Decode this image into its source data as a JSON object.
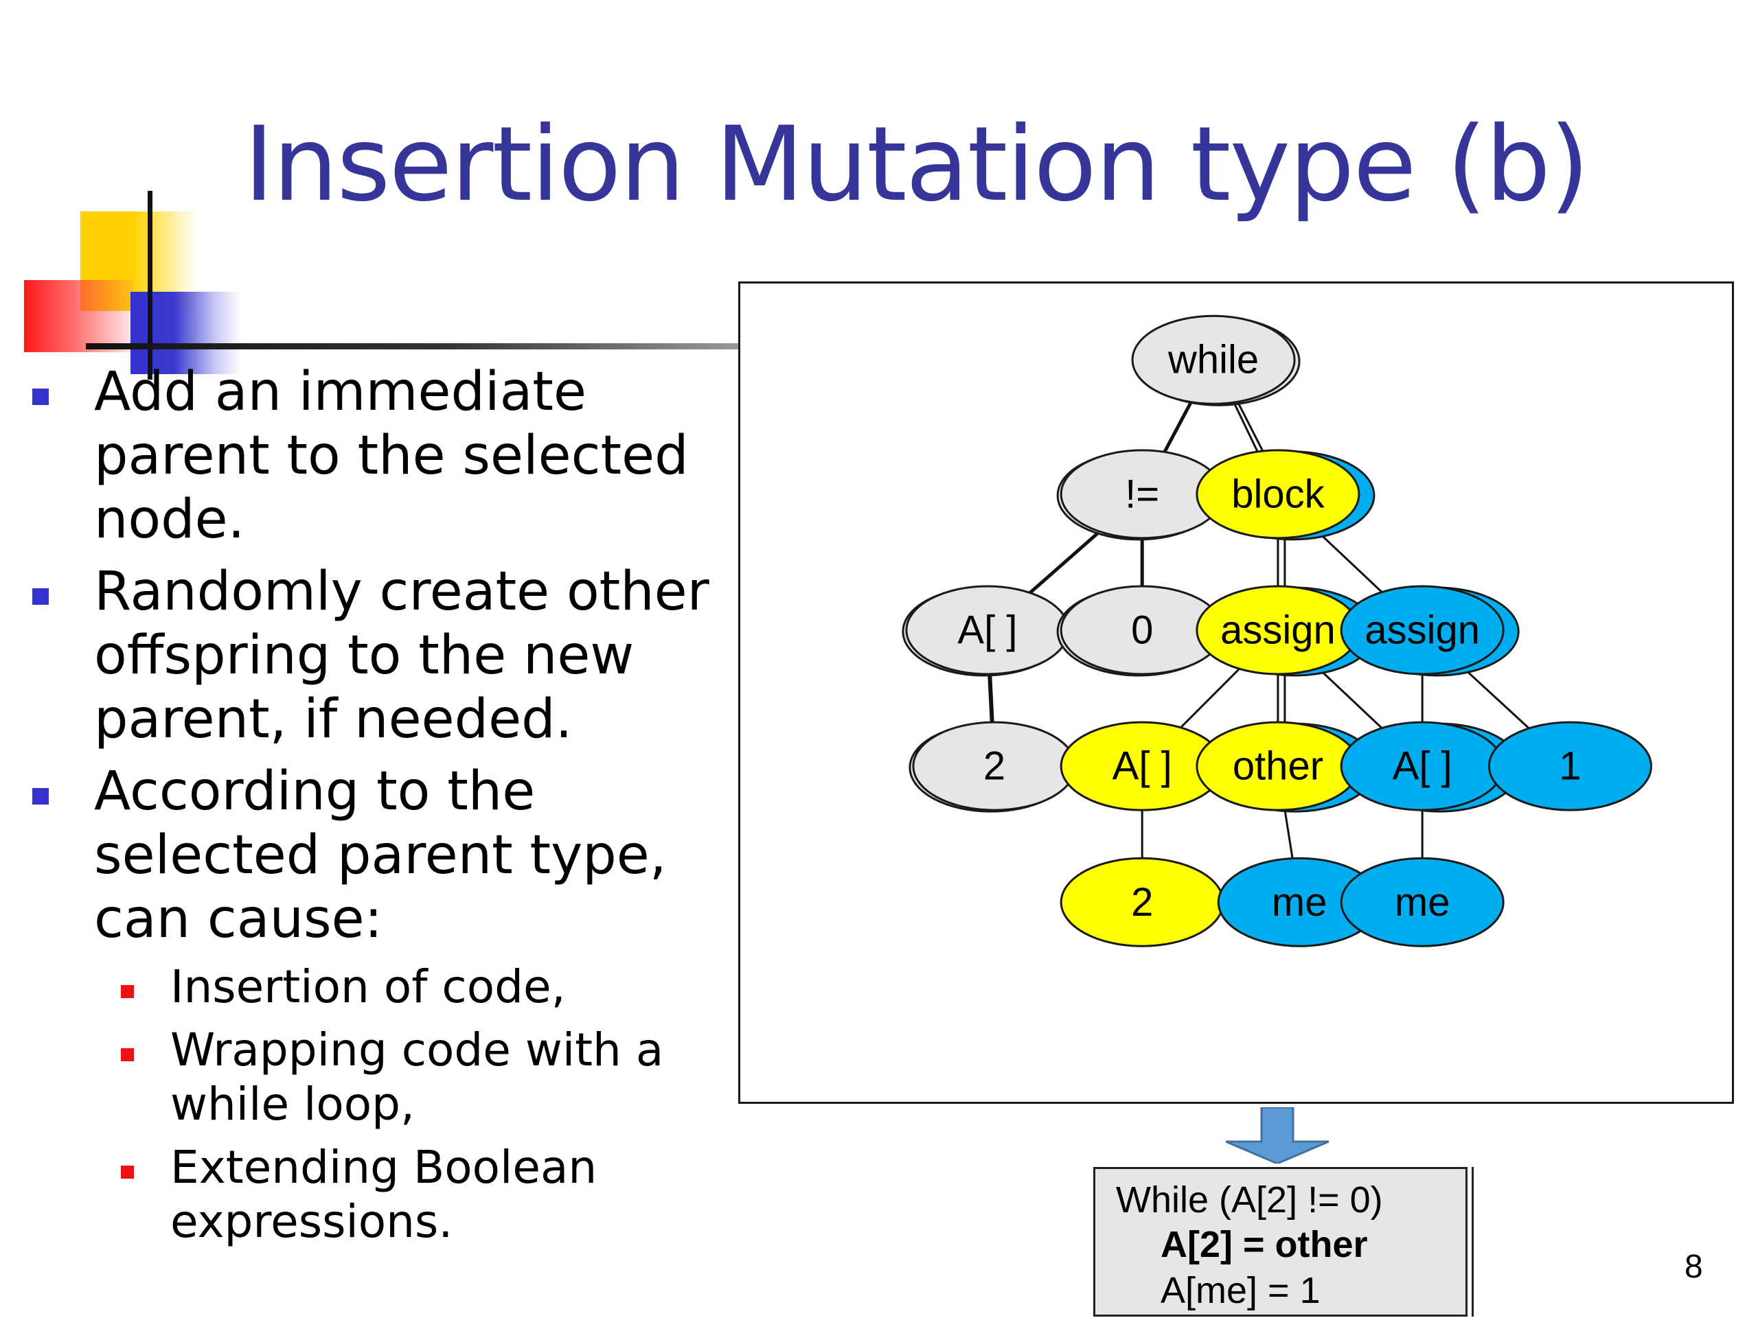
{
  "slide": {
    "title": "Insertion Mutation type (b)",
    "page_number": "8"
  },
  "bullets": [
    {
      "text_lines": [
        "Add an immediate",
        "parent to the selected",
        "node."
      ]
    },
    {
      "text_lines": [
        "Randomly create other",
        "offspring to the new",
        "parent, if needed."
      ]
    },
    {
      "text_lines": [
        "According to the",
        "selected parent type,",
        "can cause:"
      ],
      "sub_items": [
        {
          "text_lines": [
            "Insertion of code,"
          ]
        },
        {
          "text_lines": [
            "Wrapping code with a",
            "while loop,"
          ]
        },
        {
          "text_lines": [
            "Extending Boolean",
            "expressions."
          ]
        }
      ]
    }
  ],
  "tree": {
    "colors": {
      "gray": "#e6e6e6",
      "yellow": "#ffff00",
      "blue": "#00aeef",
      "outline": "#1a1a1a"
    },
    "nodes": [
      {
        "id": "while",
        "label": "while",
        "color": "gray"
      },
      {
        "id": "ne",
        "label": "!=",
        "color": "gray"
      },
      {
        "id": "block",
        "label": "block",
        "color": "yellow"
      },
      {
        "id": "a1",
        "label": "A[ ]",
        "color": "gray"
      },
      {
        "id": "zero",
        "label": "0",
        "color": "gray"
      },
      {
        "id": "assign1",
        "label": "assign",
        "color": "yellow"
      },
      {
        "id": "assign2",
        "label": "assign",
        "color": "blue"
      },
      {
        "id": "two1",
        "label": "2",
        "color": "gray"
      },
      {
        "id": "a2",
        "label": "A[ ]",
        "color": "yellow"
      },
      {
        "id": "other",
        "label": "other",
        "color": "yellow"
      },
      {
        "id": "a3",
        "label": "A[ ]",
        "color": "blue"
      },
      {
        "id": "one",
        "label": "1",
        "color": "blue"
      },
      {
        "id": "two2",
        "label": "2",
        "color": "yellow"
      },
      {
        "id": "me1",
        "label": "me",
        "color": "blue"
      },
      {
        "id": "me2",
        "label": "me",
        "color": "blue"
      }
    ]
  },
  "code": {
    "line1": "While (A[2] != 0)",
    "line2": "A[2] = other",
    "line3": "A[me] = 1"
  }
}
